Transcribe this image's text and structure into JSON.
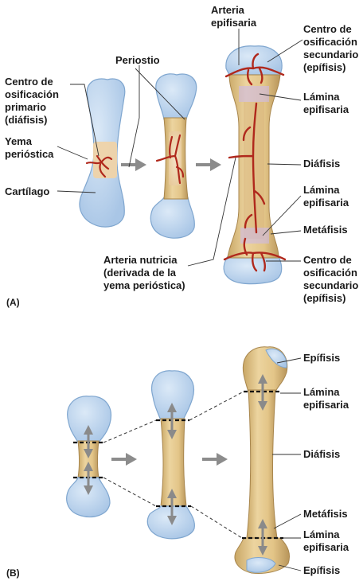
{
  "panel_a": {
    "letter": "(A)",
    "labels": {
      "arteria_epifisaria": "Arteria\nepifisaria",
      "centro_secundario_top": "Centro de\nosificación\nsecundario\n(epífisis)",
      "periostio": "Periostio",
      "centro_primario": "Centro de\nosificación\nprimario\n(diáfisis)",
      "lamina_epifisaria_top": "Lámina\nepifisaria",
      "yema_periostica": "Yema\nperióstica",
      "diafisis": "Diáfisis",
      "cartilago": "Cartílago",
      "lamina_epifisaria_bottom": "Lámina\nepifisaria",
      "metafisis": "Metáfisis",
      "arteria_nutricia": "Arteria nutricia\n(derivada de la\nyema perióstica)",
      "centro_secundario_bottom": "Centro de\nosificación\nsecundario\n(epífisis)"
    }
  },
  "panel_b": {
    "letter": "(B)",
    "labels": {
      "epifisis_top": "Epífisis",
      "lamina_top": "Lámina\nepifisaria",
      "diafisis": "Diáfisis",
      "metafisis": "Metáfisis",
      "lamina_bottom": "Lámina\nepifisaria",
      "epifisis_bottom": "Epífisis"
    }
  },
  "colors": {
    "cartilage": "#b9d3ec",
    "cartilage_edge": "#7fa6cf",
    "bone": "#e6cb92",
    "bone_shade": "#cfae6e",
    "bone_edge": "#a8864d",
    "marrow": "#efd9b0",
    "artery": "#b0281c",
    "arrow_gray": "#8c8c8c",
    "leader": "#333333"
  }
}
